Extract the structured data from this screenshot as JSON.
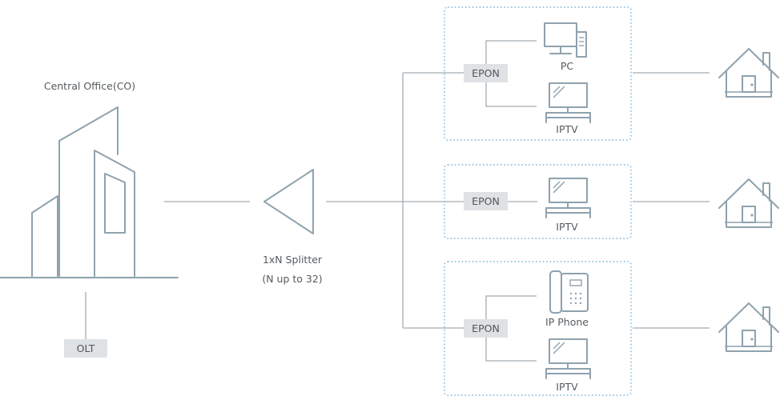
{
  "central_office": {
    "label": "Central Office(CO)",
    "olt_label": "OLT"
  },
  "splitter": {
    "label_line1": "1xN Splitter",
    "label_line2": "(N up to 32)"
  },
  "groups": [
    {
      "epon_label": "EPON",
      "devices": [
        {
          "icon": "pc-icon",
          "label": "PC"
        },
        {
          "icon": "tv-icon",
          "label": "IPTV"
        }
      ]
    },
    {
      "epon_label": "EPON",
      "devices": [
        {
          "icon": "tv-icon",
          "label": "IPTV"
        }
      ]
    },
    {
      "epon_label": "EPON",
      "devices": [
        {
          "icon": "phone-icon",
          "label": "IP Phone"
        },
        {
          "icon": "tv-icon",
          "label": "IPTV"
        }
      ]
    }
  ],
  "colors": {
    "line": "#a4acb2",
    "icon": "#8fa2ae",
    "dotted_border": "#7fb3d8",
    "tag_bg": "#dfe2e5"
  }
}
